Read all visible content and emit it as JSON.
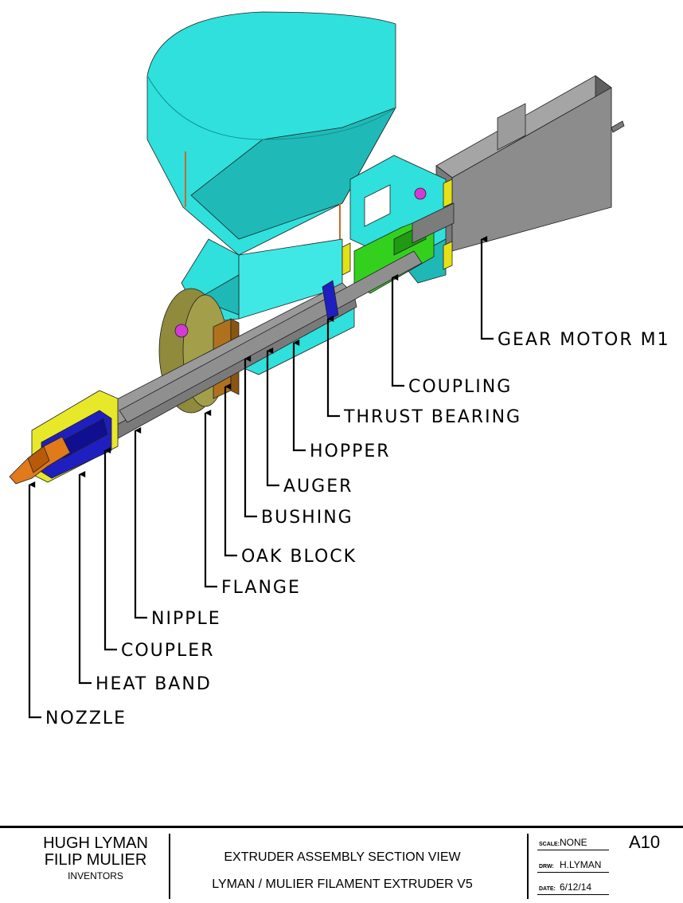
{
  "callouts": [
    {
      "id": "gear-motor",
      "text": "GEAR MOTOR M1"
    },
    {
      "id": "coupling",
      "text": "COUPLING"
    },
    {
      "id": "thrust-bearing",
      "text": "THRUST BEARING"
    },
    {
      "id": "hopper",
      "text": "HOPPER"
    },
    {
      "id": "auger",
      "text": "AUGER"
    },
    {
      "id": "bushing",
      "text": "BUSHING"
    },
    {
      "id": "oak-block",
      "text": "OAK BLOCK"
    },
    {
      "id": "flange",
      "text": "FLANGE"
    },
    {
      "id": "nipple",
      "text": "NIPPLE"
    },
    {
      "id": "coupler",
      "text": "COUPLER"
    },
    {
      "id": "heat-band",
      "text": "HEAT BAND"
    },
    {
      "id": "nozzle",
      "text": "NOZZLE"
    }
  ],
  "colors": {
    "hopper": "#2fe0dc",
    "hopper_dark": "#1fb8b6",
    "motor": "#8c8c8c",
    "motor_dark": "#6e6e6e",
    "coupling": "#33d11e",
    "mount_yellow": "#e6e016",
    "bolt": "#d63ad6",
    "flange": "#8f8a3c",
    "oak_block": "#b0711f",
    "nozzle": "#e07a1a",
    "coupler_blue": "#1f1fc0",
    "heat_band": "#e8e82a",
    "auger": "#9a9a9a"
  },
  "title_block": {
    "inventors": [
      "HUGH LYMAN",
      "FILIP MULIER"
    ],
    "inventors_role": "INVENTORS",
    "title": "EXTRUDER ASSEMBLY SECTION VIEW",
    "subtitle": "LYMAN / MULIER FILAMENT EXTRUDER V5",
    "scale_label": "SCALE:",
    "scale": "NONE",
    "drawn_label": "DRW:",
    "drawn": "H.LYMAN",
    "date_label": "DATE:",
    "date": "6/12/14",
    "sheet": "A10"
  }
}
